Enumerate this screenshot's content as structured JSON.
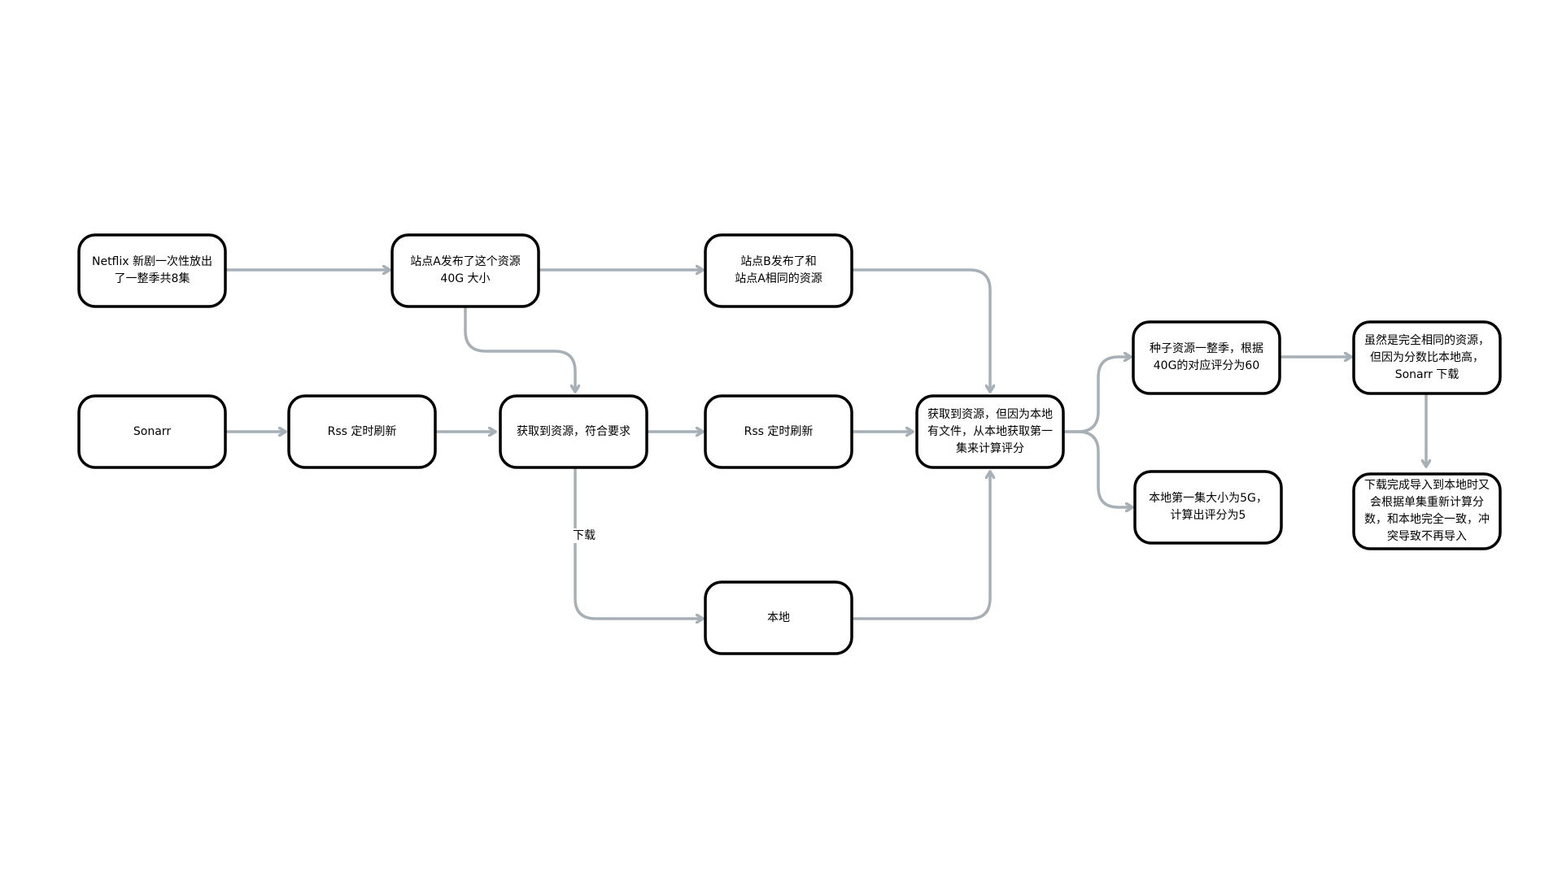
{
  "nodes": {
    "netflix": "Netflix 新剧一次性放出\n了一整季共8集",
    "site_a": "站点A发布了这个资源\n40G 大小",
    "site_b": "站点B发布了和\n站点A相同的资源",
    "sonarr": "Sonarr",
    "rss_1": "Rss 定时刷新",
    "acquired": "获取到资源，符合要求",
    "rss_2": "Rss 定时刷新",
    "local_file": "获取到资源，但因为本地\n有文件，从本地获取第一\n集来计算评分",
    "local": "本地",
    "torrent_score": "种子资源一整季，根据\n40G的对应评分为60",
    "local_score": "本地第一集大小为5G，\n计算出评分为5",
    "sonarr_download": "虽然是完全相同的资源，\n但因为分数比本地高，\nSonarr 下载",
    "conflict": "下载完成导入到本地时又\n会根据单集重新计算分\n数，和本地完全一致，冲\n突导致不再导入"
  },
  "edge_labels": {
    "download": "下载"
  },
  "colors": {
    "box_stroke": "#000000",
    "edge_stroke": "#a7b0b7",
    "background": "#ffffff"
  }
}
